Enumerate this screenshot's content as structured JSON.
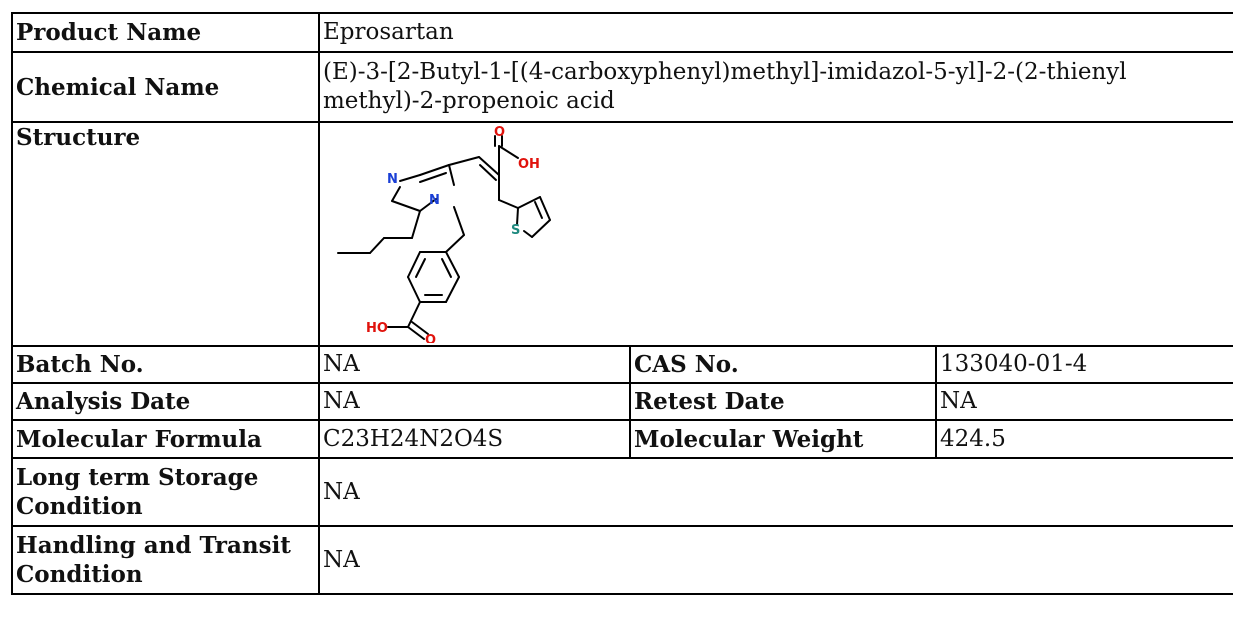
{
  "rows": {
    "product_name": {
      "label": "Product Name",
      "value": "Eprosartan"
    },
    "chemical_name": {
      "label": "Chemical Name",
      "value": "(E)-3-[2-Butyl-1-[(4-carboxyphenyl)methyl]-imidazol-5-yl]-2-(2-thienyl methyl)-2-propenoic acid"
    },
    "structure": {
      "label": "Structure",
      "atoms": {
        "n_ring": "N",
        "n1": "N",
        "o_top": "O",
        "oh_top": "OH",
        "s": "S",
        "ho_bottom": "HO",
        "o_bottom": "O"
      }
    },
    "batch": {
      "label": "Batch No.",
      "value": "NA",
      "label2": "CAS No.",
      "value2": "133040-01-4"
    },
    "analysis": {
      "label": "Analysis Date",
      "value": "NA",
      "label2": "Retest Date",
      "value2": "NA"
    },
    "formula": {
      "label": "Molecular Formula",
      "value": "C23H24N2O4S",
      "label2": "Molecular Weight",
      "value2": "424.5"
    },
    "storage": {
      "label": "Long term Storage Condition",
      "value": "NA"
    },
    "handling": {
      "label": "Handling and Transit Condition",
      "value": "NA"
    }
  },
  "colors": {
    "nitrogen": "#1a3fd6",
    "oxygen": "#e0120c",
    "sulfur": "#1f8a7f",
    "border": "#000000"
  }
}
